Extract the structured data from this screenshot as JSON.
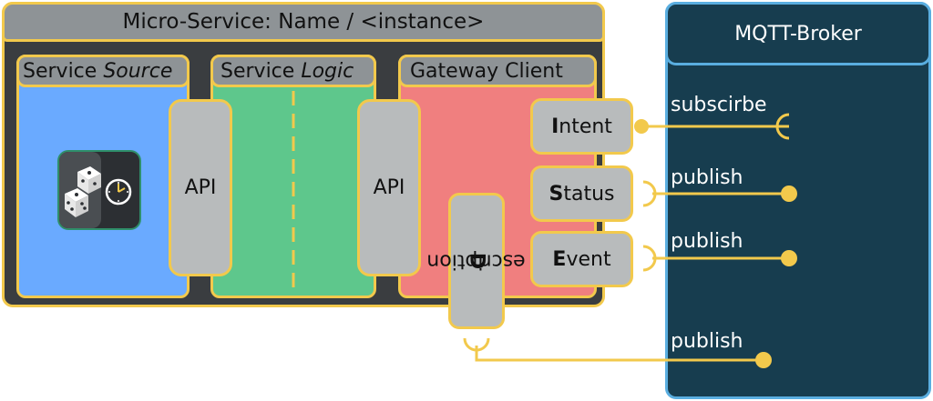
{
  "microservice": {
    "title": "Micro-Service: Name / <instance>"
  },
  "panels": {
    "source": {
      "label_plain": "Service ",
      "label_italic": "Source"
    },
    "logic": {
      "label_plain": "Service ",
      "label_italic": "Logic"
    },
    "gateway": {
      "label": "Gateway Client"
    }
  },
  "api": {
    "left": "API",
    "right": "API"
  },
  "tabs": {
    "intent": {
      "initial": "I",
      "rest": "ntent"
    },
    "status": {
      "initial": "S",
      "rest": "tatus"
    },
    "event": {
      "initial": "E",
      "rest": "vent"
    },
    "description": {
      "initial": "D",
      "rest": "escription"
    }
  },
  "broker": {
    "title": "MQTT-Broker",
    "labels": {
      "subscribe": "subscirbe",
      "publish_status": "publish",
      "publish_event": "publish",
      "publish_description": "publish"
    }
  },
  "colors": {
    "border": "#f2c94c",
    "source_bg": "#6aaaff",
    "logic_bg": "#5ec78c",
    "gateway_bg": "#f07f7f",
    "broker_bg": "#173d4f",
    "broker_border": "#5aaee0",
    "frame": "#3a3d40",
    "header": "#8e9396"
  },
  "icons": [
    "dice-icon",
    "clock-icon"
  ]
}
